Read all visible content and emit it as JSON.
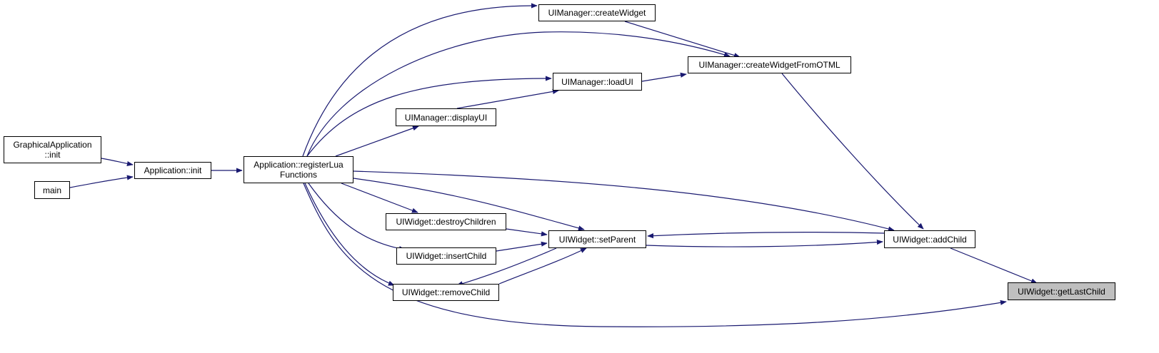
{
  "graph": {
    "edge_color": "#191970",
    "highlight_fill": "#bfbfbf",
    "nodes": {
      "graphical_init": {
        "lines": [
          "GraphicalApplication",
          "::init"
        ]
      },
      "main": {
        "lines": [
          "main"
        ]
      },
      "app_init": {
        "lines": [
          "Application::init"
        ]
      },
      "register_lua": {
        "lines": [
          "Application::registerLua",
          "Functions"
        ]
      },
      "create_widget": {
        "lines": [
          "UIManager::createWidget"
        ]
      },
      "load_ui": {
        "lines": [
          "UIManager::loadUI"
        ]
      },
      "display_ui": {
        "lines": [
          "UIManager::displayUI"
        ]
      },
      "create_from_otml": {
        "lines": [
          "UIManager::createWidgetFromOTML"
        ]
      },
      "destroy_children": {
        "lines": [
          "UIWidget::destroyChildren"
        ]
      },
      "insert_child": {
        "lines": [
          "UIWidget::insertChild"
        ]
      },
      "remove_child": {
        "lines": [
          "UIWidget::removeChild"
        ]
      },
      "set_parent": {
        "lines": [
          "UIWidget::setParent"
        ]
      },
      "add_child": {
        "lines": [
          "UIWidget::addChild"
        ]
      },
      "get_last_child": {
        "lines": [
          "UIWidget::getLastChild"
        ]
      }
    },
    "edges": [
      {
        "from": "graphical_init",
        "to": "app_init"
      },
      {
        "from": "main",
        "to": "app_init"
      },
      {
        "from": "app_init",
        "to": "register_lua"
      },
      {
        "from": "register_lua",
        "to": "create_widget"
      },
      {
        "from": "register_lua",
        "to": "create_from_otml"
      },
      {
        "from": "register_lua",
        "to": "load_ui"
      },
      {
        "from": "register_lua",
        "to": "display_ui"
      },
      {
        "from": "register_lua",
        "to": "destroy_children"
      },
      {
        "from": "register_lua",
        "to": "insert_child"
      },
      {
        "from": "register_lua",
        "to": "remove_child"
      },
      {
        "from": "register_lua",
        "to": "set_parent"
      },
      {
        "from": "register_lua",
        "to": "add_child"
      },
      {
        "from": "register_lua",
        "to": "get_last_child"
      },
      {
        "from": "create_widget",
        "to": "create_from_otml"
      },
      {
        "from": "display_ui",
        "to": "load_ui"
      },
      {
        "from": "load_ui",
        "to": "create_from_otml"
      },
      {
        "from": "create_from_otml",
        "to": "add_child"
      },
      {
        "from": "destroy_children",
        "to": "set_parent"
      },
      {
        "from": "insert_child",
        "to": "set_parent"
      },
      {
        "from": "remove_child",
        "to": "set_parent"
      },
      {
        "from": "set_parent",
        "to": "remove_child"
      },
      {
        "from": "set_parent",
        "to": "add_child"
      },
      {
        "from": "add_child",
        "to": "set_parent"
      },
      {
        "from": "add_child",
        "to": "get_last_child"
      }
    ]
  }
}
